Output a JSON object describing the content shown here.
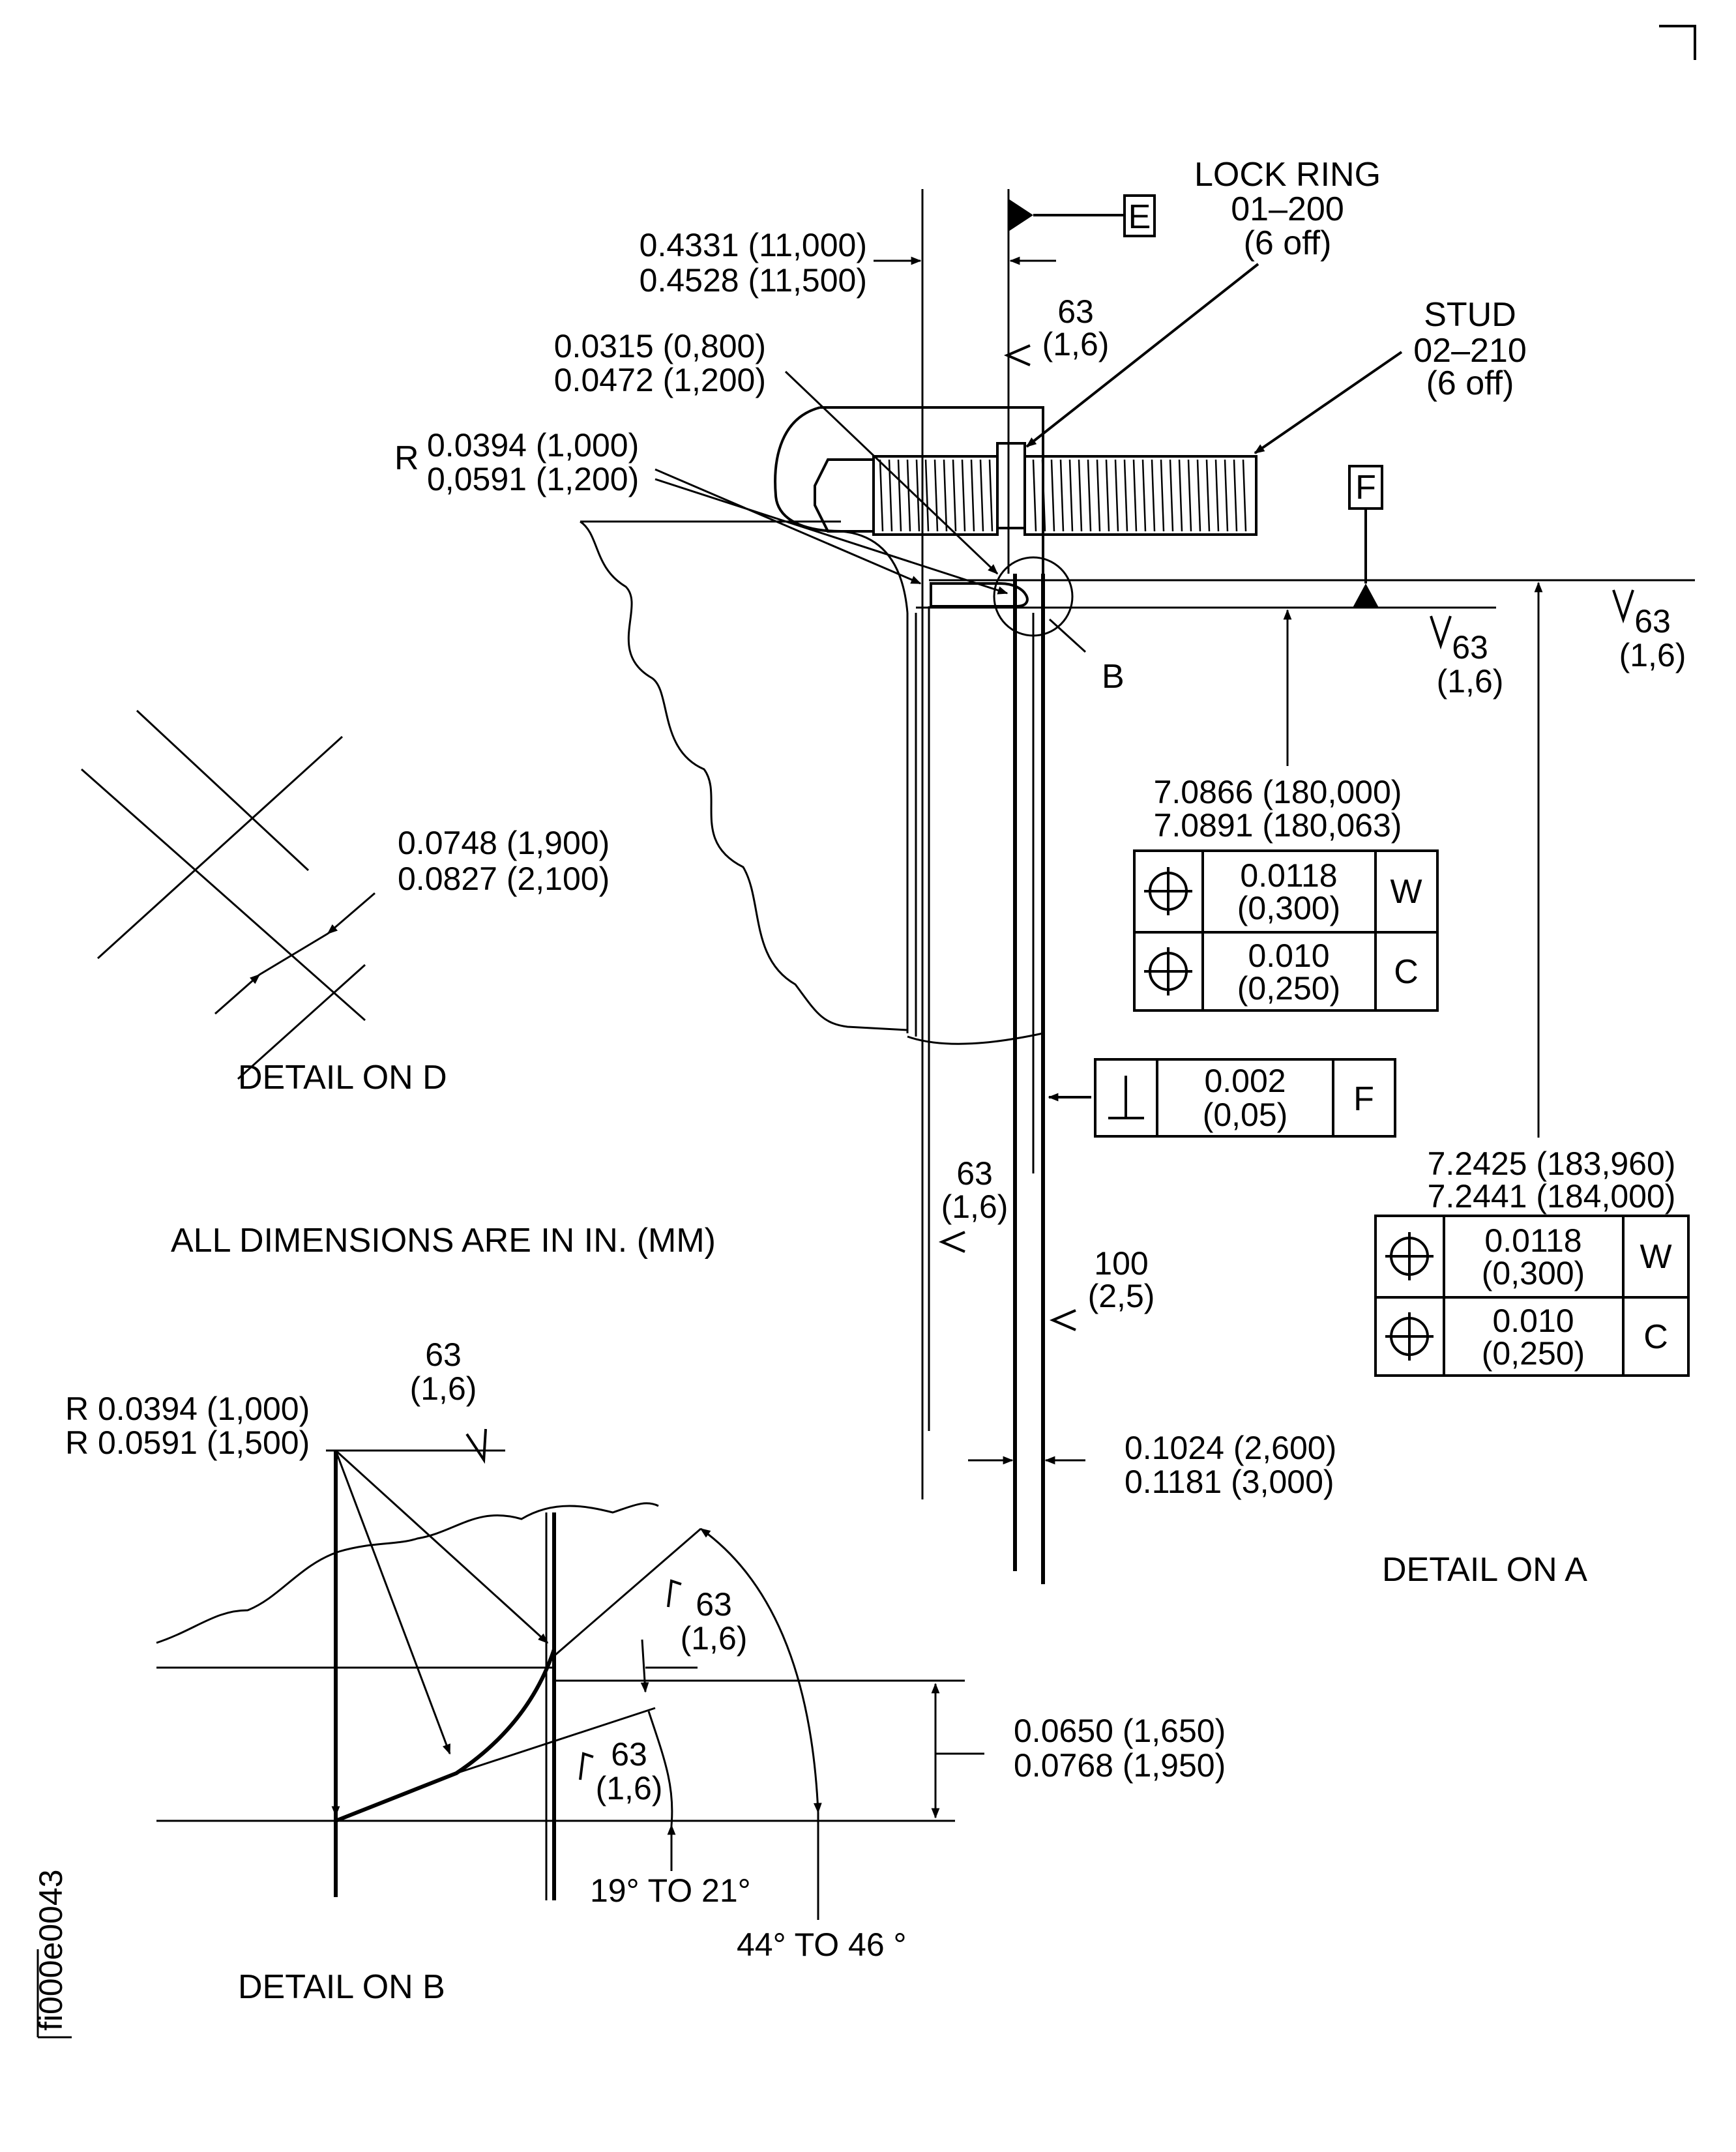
{
  "detail_a": {
    "title": "DETAIL ON A",
    "lock_ring": {
      "name": "LOCK RING",
      "part": "01–200",
      "qty": "(6 off)"
    },
    "stud": {
      "name": "STUD",
      "part": "02–210",
      "qty": "(6 off)"
    },
    "datum_e": "E",
    "datum_f": "F",
    "ref_b": "B",
    "dim_gap": [
      "0.4331 (11,000)",
      "0.4528 (11,500)"
    ],
    "dim_chamfer": [
      "0.0315 (0,800)",
      "0.0472 (1,200)"
    ],
    "dim_radius": {
      "prefix": "R",
      "lines": [
        "0.0394 (1,000)",
        "0,0591 (1,200)"
      ]
    },
    "dim_bore_small": [
      "7.0866 (180,000)",
      "7.0891 (180,063)"
    ],
    "dim_bore_large": [
      "7.2425 (183,960)",
      "7.2441 (184,000)"
    ],
    "dim_wall": [
      "0.1024 (2,600)",
      "0.1181 (3,000)"
    ],
    "fcf_bore_small": [
      {
        "symbol": "position",
        "tol": "0.0118",
        "tol_mm": "(0,300)",
        "datum": "W"
      },
      {
        "symbol": "position",
        "tol": "0.010",
        "tol_mm": "(0,250)",
        "datum": "C"
      }
    ],
    "fcf_bore_large": [
      {
        "symbol": "position",
        "tol": "0.0118",
        "tol_mm": "(0,300)",
        "datum": "W"
      },
      {
        "symbol": "position",
        "tol": "0.010",
        "tol_mm": "(0,250)",
        "datum": "C"
      }
    ],
    "fcf_perp": {
      "symbol": "perpendicularity",
      "tol": "0.002",
      "tol_mm": "(0,05)",
      "datum": "F"
    },
    "finish_marks": [
      {
        "value": "63",
        "mm": "(1,6)"
      },
      {
        "value": "63",
        "mm": "(1,6)"
      },
      {
        "value": "63",
        "mm": "(1,6)"
      },
      {
        "value": "63",
        "mm": "(1,6)"
      },
      {
        "value": "100",
        "mm": "(2,5)"
      }
    ]
  },
  "detail_d": {
    "title": "DETAIL ON D",
    "dim": [
      "0.0748 (1,900)",
      "0.0827 (2,100)"
    ]
  },
  "detail_b": {
    "title": "DETAIL ON B",
    "dim_radius": [
      "R 0.0394 (1,000)",
      "R 0.0591 (1,500)"
    ],
    "dim_height": [
      "0.0650 (1,650)",
      "0.0768 (1,950)"
    ],
    "angle_small": "19° TO 21°",
    "angle_large": "44° TO 46 °",
    "finish_marks": [
      {
        "value": "63",
        "mm": "(1,6)"
      },
      {
        "value": "63",
        "mm": "(1,6)"
      },
      {
        "value": "63",
        "mm": "(1,6)"
      }
    ]
  },
  "note": "ALL DIMENSIONS ARE IN IN. (MM)",
  "figure_id": "fi000e0043"
}
